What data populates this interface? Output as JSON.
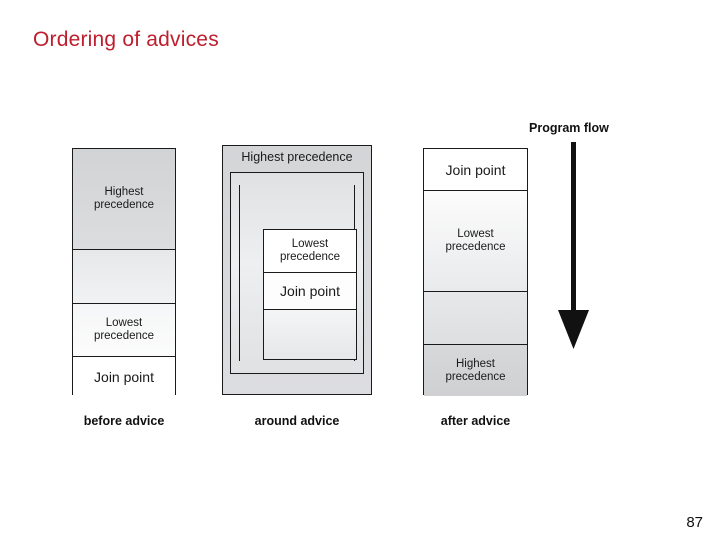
{
  "slide": {
    "title": "Ordering of advices",
    "title_color": "#BE1E2D",
    "page_number": "87"
  },
  "figure": {
    "program_flow": {
      "label": "Program flow",
      "icon": "down-arrow-icon",
      "direction": "down"
    },
    "columns": [
      {
        "id": "before",
        "caption": "before advice",
        "segments": [
          {
            "label": "Highest\nprecedence",
            "line1": "Highest",
            "line2": "precedence",
            "shade": "#d7d8da"
          },
          {
            "label": "",
            "line1": "",
            "line2": "",
            "shade": "#ebecee"
          },
          {
            "label": "Lowest\nprecedence",
            "line1": "Lowest",
            "line2": "precedence",
            "shade": "#f8f9fa"
          },
          {
            "label": "Join point",
            "line1": "Join point",
            "line2": "",
            "shade": "#ffffff"
          }
        ]
      },
      {
        "id": "around",
        "caption": "around advice",
        "outer_label": "Highest precedence",
        "nesting_levels": 3,
        "inner_segments": [
          {
            "label": "Lowest\nprecedence",
            "line1": "Lowest",
            "line2": "precedence",
            "shade": "#ffffff"
          },
          {
            "label": "Join point",
            "line1": "Join point",
            "line2": "",
            "shade": "#fdfdfd"
          },
          {
            "label": "",
            "line1": "",
            "line2": "",
            "shade": "#ededef"
          }
        ]
      },
      {
        "id": "after",
        "caption": "after advice",
        "segments": [
          {
            "label": "Join point",
            "line1": "Join point",
            "line2": "",
            "shade": "#ffffff"
          },
          {
            "label": "Lowest\nprecedence",
            "line1": "Lowest",
            "line2": "precedence",
            "shade": "#f3f4f5"
          },
          {
            "label": "",
            "line1": "",
            "line2": "",
            "shade": "#e3e4e6"
          },
          {
            "label": "Highest\nprecedence",
            "line1": "Highest",
            "line2": "precedence",
            "shade": "#d3d4d6"
          }
        ]
      }
    ]
  }
}
